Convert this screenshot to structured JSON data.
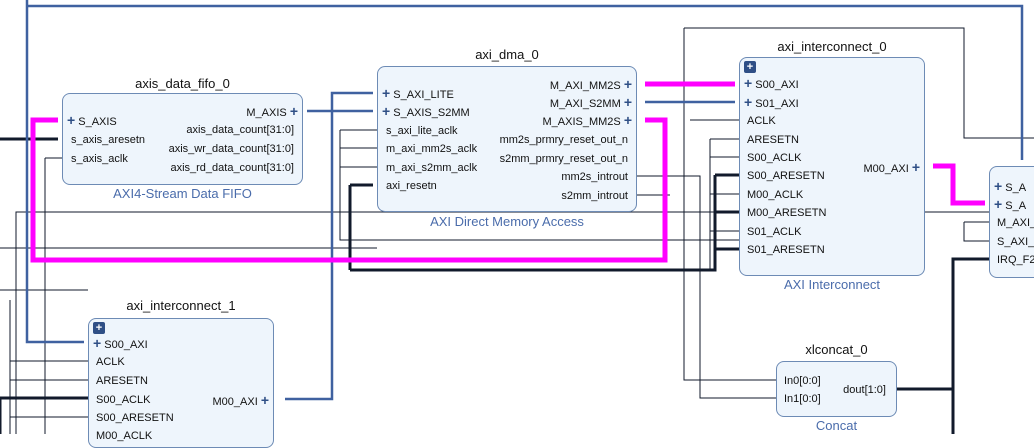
{
  "colors": {
    "axi_bus": "#3f61a0",
    "axis_highlight": "#ff00ff",
    "net": "#111a2b",
    "block_fill": "#eef5fc",
    "subtitle": "#4a6cab"
  },
  "fifo": {
    "name": "axis_data_fifo_0",
    "type": "AXI4-Stream Data FIFO",
    "left": [
      "S_AXIS",
      "s_axis_aresetn",
      "s_axis_aclk"
    ],
    "right": [
      "M_AXIS",
      "axis_data_count[31:0]",
      "axis_wr_data_count[31:0]",
      "axis_rd_data_count[31:0]"
    ]
  },
  "dma": {
    "name": "axi_dma_0",
    "type": "AXI Direct Memory Access",
    "left": [
      "S_AXI_LITE",
      "S_AXIS_S2MM",
      "s_axi_lite_aclk",
      "m_axi_mm2s_aclk",
      "m_axi_s2mm_aclk",
      "axi_resetn"
    ],
    "right": [
      "M_AXI_MM2S",
      "M_AXI_S2MM",
      "M_AXIS_MM2S",
      "mm2s_prmry_reset_out_n",
      "s2mm_prmry_reset_out_n",
      "mm2s_introut",
      "s2mm_introut"
    ]
  },
  "ic0": {
    "name": "axi_interconnect_0",
    "type": "AXI Interconnect",
    "left": [
      "S00_AXI",
      "S01_AXI",
      "ACLK",
      "ARESETN",
      "S00_ACLK",
      "S00_ARESETN",
      "M00_ACLK",
      "M00_ARESETN",
      "S01_ACLK",
      "S01_ARESETN"
    ],
    "right": "M00_AXI"
  },
  "ic1": {
    "name": "axi_interconnect_1",
    "left": [
      "S00_AXI",
      "ACLK",
      "ARESETN",
      "S00_ACLK",
      "S00_ARESETN",
      "M00_ACLK"
    ],
    "right": "M00_AXI"
  },
  "ps": {
    "left": [
      "S_A",
      "S_A",
      "M_AXI_",
      "S_AXI_",
      "IRQ_F2"
    ]
  },
  "concat": {
    "name": "xlconcat_0",
    "type": "Concat",
    "left": [
      "In0[0:0]",
      "In1[0:0]"
    ],
    "right": "dout[1:0]"
  }
}
